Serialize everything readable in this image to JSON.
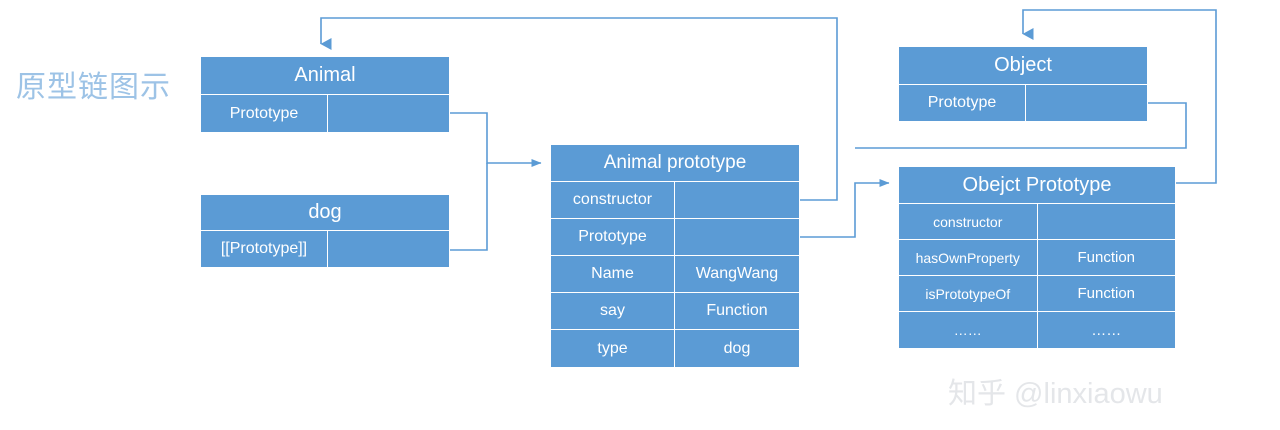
{
  "title": "原型链图示",
  "watermark": "知乎 @linxiaowu",
  "colors": {
    "node_fill": "#5b9bd5",
    "node_text": "#ffffff",
    "line": "#5b9bd5",
    "title_text": "#9dc3e6",
    "background": "#ffffff",
    "watermark_text": "#e4e6e9"
  },
  "nodes": {
    "animal": {
      "header": "Animal",
      "rows": [
        {
          "key": "Prototype",
          "value": ""
        }
      ]
    },
    "dog": {
      "header": "dog",
      "rows": [
        {
          "key": "[[Prototype]]",
          "value": ""
        }
      ]
    },
    "animal_prototype": {
      "header": "Animal prototype",
      "rows": [
        {
          "key": "constructor",
          "value": ""
        },
        {
          "key": "Prototype",
          "value": ""
        },
        {
          "key": "Name",
          "value": "WangWang"
        },
        {
          "key": "say",
          "value": "Function"
        },
        {
          "key": "type",
          "value": "dog"
        }
      ]
    },
    "object": {
      "header": "Object",
      "rows": [
        {
          "key": "Prototype",
          "value": ""
        }
      ]
    },
    "object_prototype": {
      "header": "Obejct Prototype",
      "rows": [
        {
          "key": "constructor",
          "value": ""
        },
        {
          "key": "hasOwnProperty",
          "value": "Function"
        },
        {
          "key": "isPrototypeOf",
          "value": "Function"
        },
        {
          "key": "……",
          "value": "……"
        }
      ]
    }
  },
  "connections": [
    {
      "name": "animal-prototype-to-animal-prototype-object",
      "from": "animal.Prototype",
      "to": "animal_prototype.header"
    },
    {
      "name": "dog-prototype-to-animal-prototype-object",
      "from": "dog.[[Prototype]]",
      "to": "animal_prototype.header"
    },
    {
      "name": "animal-prototype-constructor-to-animal",
      "from": "animal_prototype.constructor",
      "to": "animal.header"
    },
    {
      "name": "animal-prototype-proto-to-object-prototype",
      "from": "animal_prototype.Prototype",
      "to": "object_prototype.header"
    },
    {
      "name": "object-prototype-row-to-object-prototype",
      "from": "object.Prototype",
      "to": "object_prototype.header"
    },
    {
      "name": "object-prototype-constructor-to-object",
      "from": "object_prototype.header",
      "to": "object.header"
    }
  ]
}
